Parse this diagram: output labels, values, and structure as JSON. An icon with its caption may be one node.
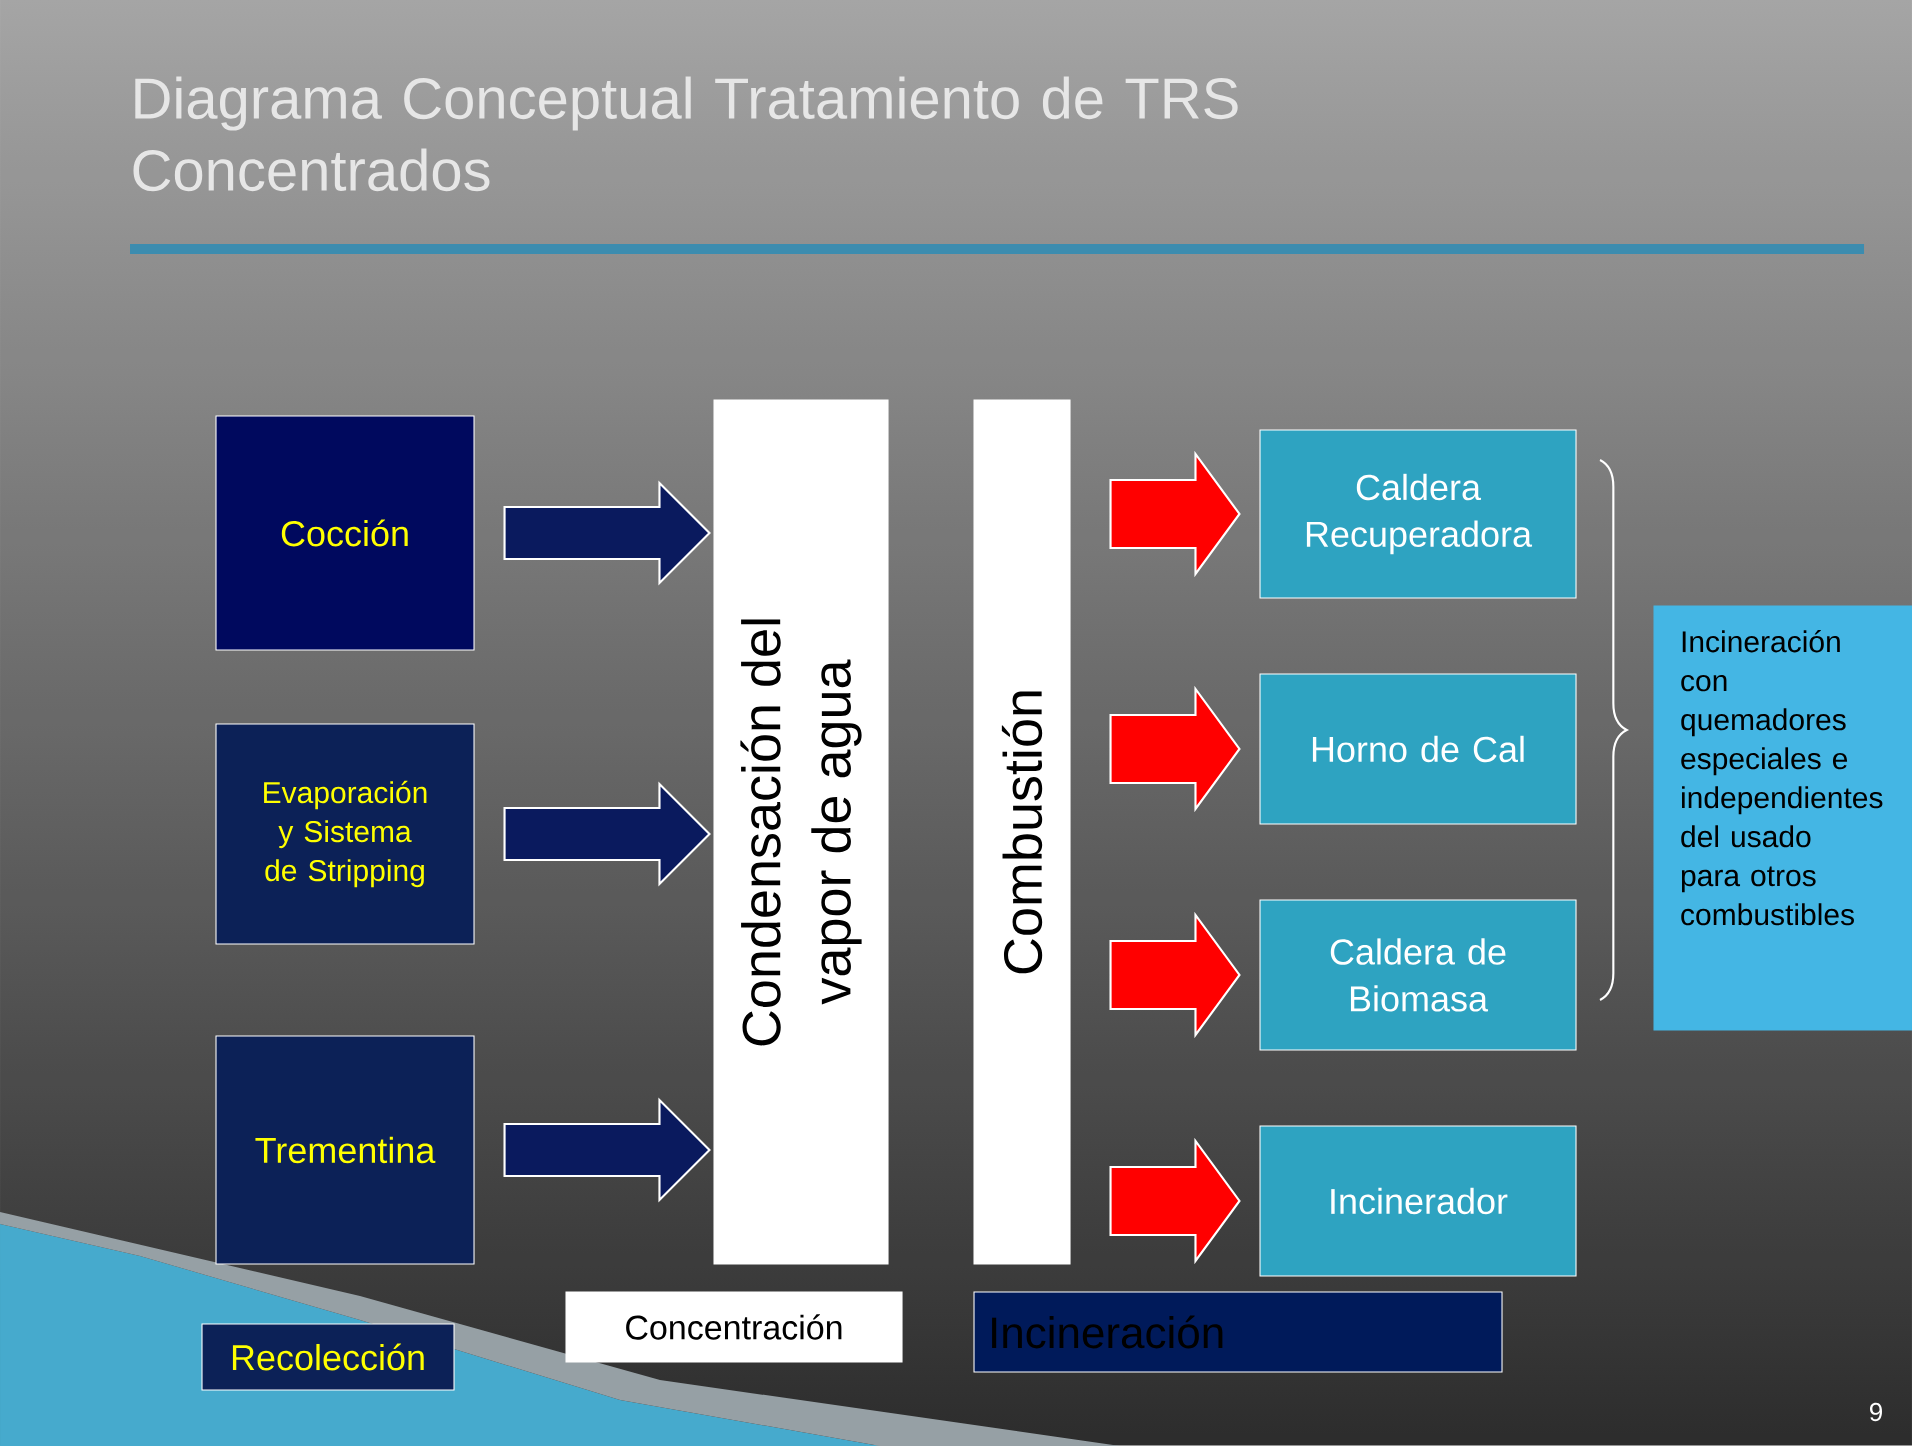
{
  "diagram": {
    "title": "Diagrama Conceptual Tratamiento de TRS Concentrados",
    "nodes": [
      {
        "text": [
          "Cocción"
        ]
      },
      {
        "text": [
          "Evaporación y Sistema de Stripping"
        ]
      },
      {
        "text": [
          "Trementina"
        ]
      },
      {
        "text": [
          "Condensación del vapor de agua"
        ]
      },
      {
        "text": [
          "Combustión"
        ]
      },
      {
        "text": [
          "Caldera Recuperadora"
        ]
      },
      {
        "text": [
          "Horno de Cal"
        ]
      },
      {
        "text": [
          "Caldera de Biomasa"
        ]
      },
      {
        "text": [
          "Incinerador"
        ]
      },
      {
        "text": [
          "Incineración con quemadores especiales e independientes del usado para otros combustibles"
        ]
      },
      {
        "text": [
          "Recolección"
        ]
      },
      {
        "text": [
          "Concentración"
        ]
      },
      {
        "text": [
          "Incineración"
        ]
      }
    ],
    "edges": [
      {
        "from": 0,
        "to": 3,
        "arrow": "to",
        "color": "#0a1a5e"
      },
      {
        "from": 1,
        "to": 3,
        "arrow": "to",
        "color": "#0a1a5e"
      },
      {
        "from": 2,
        "to": 3,
        "arrow": "to",
        "color": "#0a1a5e"
      },
      {
        "from": 4,
        "to": 5,
        "arrow": "to"
      },
      {
        "from": 4,
        "to": 6,
        "arrow": "to"
      },
      {
        "from": 4,
        "to": 7,
        "arrow": "to"
      },
      {
        "from": 4,
        "to": 8,
        "arrow": "to"
      }
    ],
    "labels": [
      "9"
    ]
  }
}
